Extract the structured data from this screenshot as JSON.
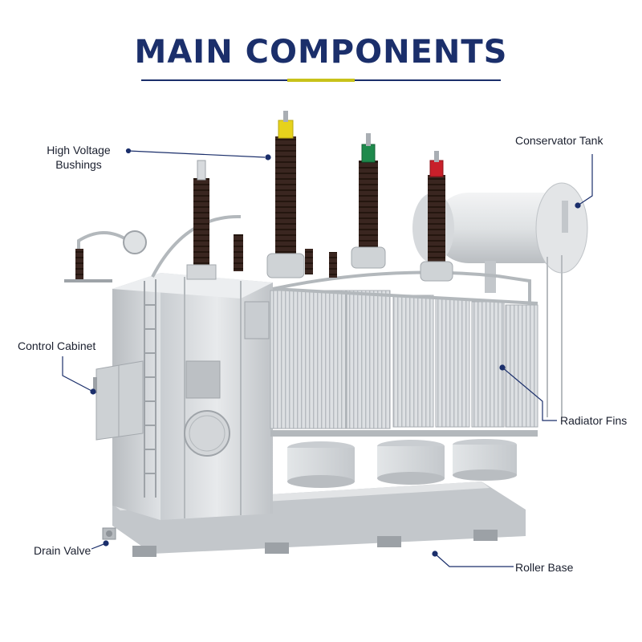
{
  "title": "MAIN COMPONENTS",
  "labels": {
    "hv_bushings_line1": "High Voltage",
    "hv_bushings_line2": "Bushings",
    "conservator_tank": "Conservator Tank",
    "control_cabinet": "Control Cabinet",
    "radiator_fins": "Radiator Fins",
    "drain_valve": "Drain Valve",
    "roller_base": "Roller Base"
  },
  "colors": {
    "title": "#1b2f6b",
    "accent": "#c8c21a",
    "leader": "#1b2f6b",
    "bushing": "#3a2620",
    "cap_yellow": "#e6d21c",
    "cap_green": "#1e8a4c",
    "cap_red": "#c8202a",
    "tank": "#d9dcdf"
  }
}
